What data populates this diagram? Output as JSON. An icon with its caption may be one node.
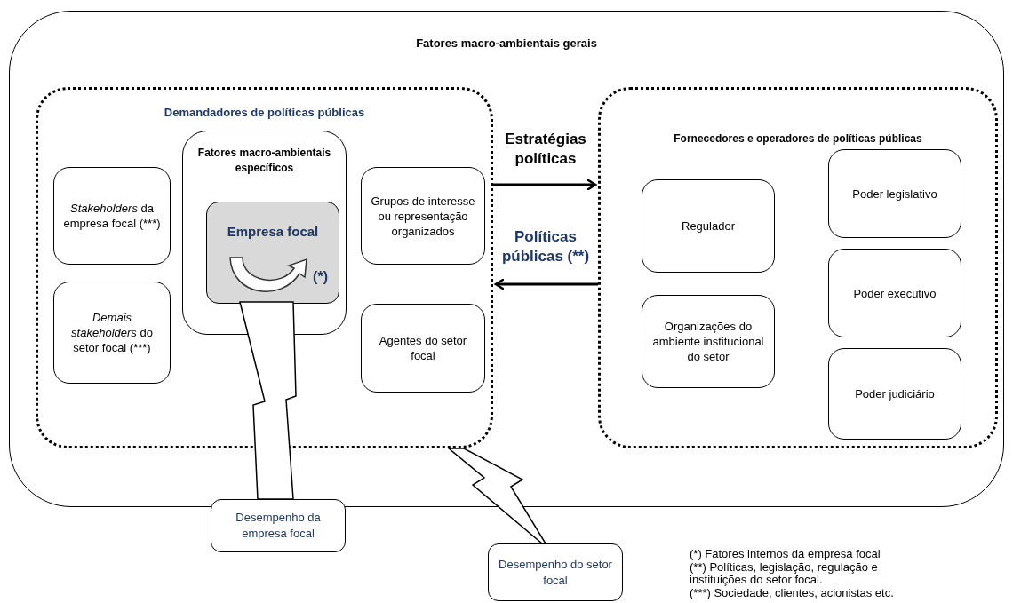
{
  "diagram": {
    "nodes": [
      {
        "text": [
          "Fatores macro-ambientais gerais"
        ]
      },
      {
        "text": [
          "Demandadores de políticas públicas"
        ],
        "in": 0
      },
      {
        "text": [
          "*Stakeholders* da empresa focal (***)"
        ],
        "in": 1
      },
      {
        "text": [
          "Fatores macro-ambientais específicos"
        ],
        "in": 1
      },
      {
        "text": [
          "Empresa focal",
          "(*)"
        ],
        "in": 3
      },
      {
        "text": [
          "Grupos de interesse ou representação organizados"
        ],
        "in": 1
      },
      {
        "text": [
          "*Demais stakeholders* do setor focal (***)"
        ],
        "in": 1
      },
      {
        "text": [
          "Agentes do setor focal"
        ],
        "in": 1
      },
      {
        "text": [
          "Fornecedores e operadores de políticas públicas"
        ],
        "in": 0
      },
      {
        "text": [
          "Regulador"
        ],
        "in": 8
      },
      {
        "text": [
          "Organizações do ambiente institucional do setor"
        ],
        "in": 8
      },
      {
        "text": [
          "Poder legislativo"
        ],
        "in": 8
      },
      {
        "text": [
          "Poder executivo"
        ],
        "in": 8
      },
      {
        "text": [
          "Poder judiciário"
        ],
        "in": 8
      },
      {
        "text": [
          "Desempenho da empresa focal"
        ]
      },
      {
        "text": [
          "Desempenho do setor focal"
        ]
      }
    ],
    "edges": [
      {
        "from": 1,
        "to": 8,
        "arrow": "to",
        "label": "Estratégias políticas"
      },
      {
        "from": 8,
        "to": 1,
        "arrow": "to",
        "label": "Políticas públicas (**)"
      },
      {
        "from": 4,
        "to": 14,
        "arrow": "none"
      },
      {
        "from": 1,
        "to": 15,
        "arrow": "none"
      }
    ],
    "labels": [
      "(*) Fatores internos da empresa focal",
      "(**) Políticas, legislação, regulação e instituições do setor focal.",
      "(***)  Sociedade, clientes, acionistas etc."
    ]
  }
}
